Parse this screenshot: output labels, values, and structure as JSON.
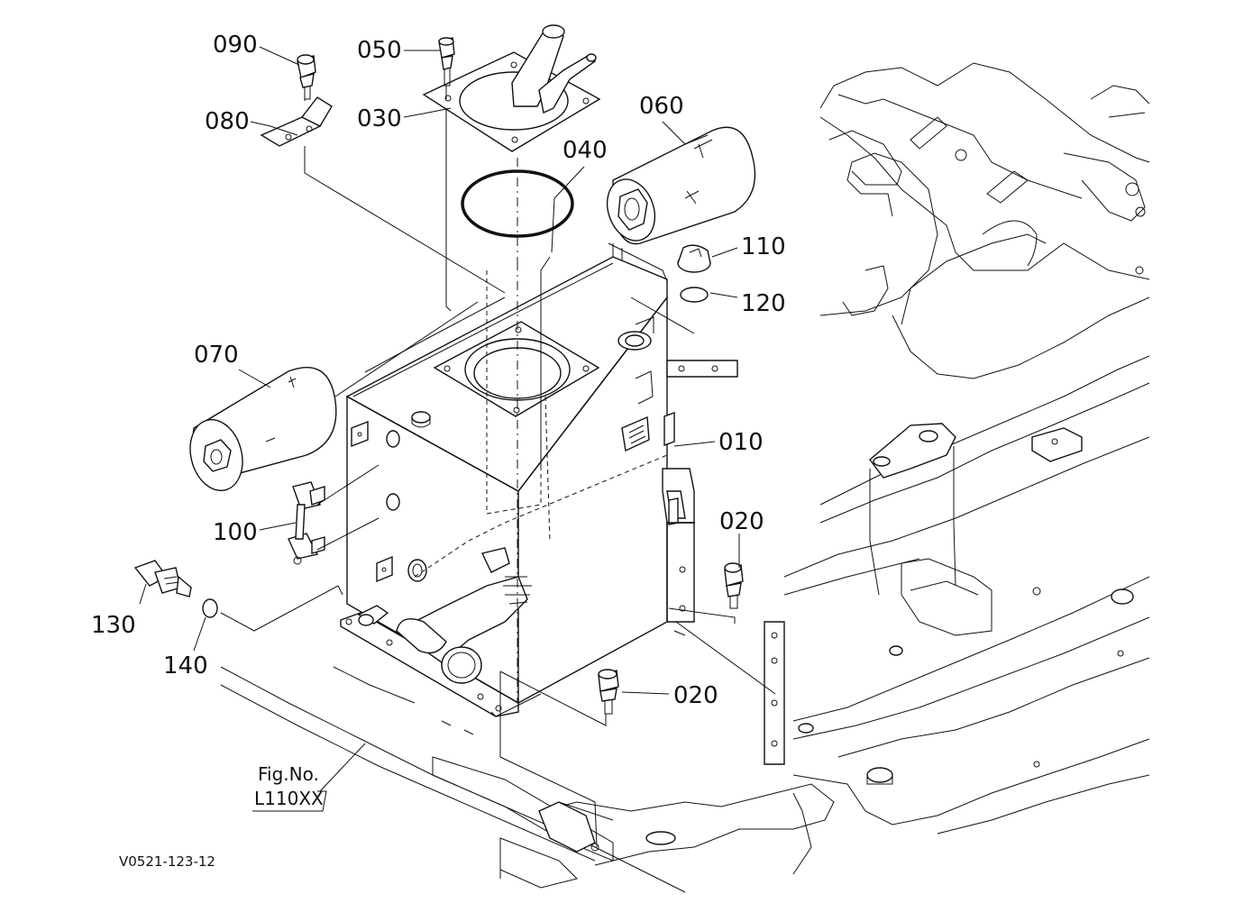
{
  "callouts": {
    "p010": "010",
    "p020a": "020",
    "p020b": "020",
    "p030": "030",
    "p040": "040",
    "p050": "050",
    "p060": "060",
    "p070": "070",
    "p080": "080",
    "p090": "090",
    "p100": "100",
    "p110": "110",
    "p120": "120",
    "p130": "130",
    "p140": "140"
  },
  "figure": {
    "fig_label": "Fig.No.",
    "fig_number": "L110XX",
    "drawing_code": "V0521-123-12"
  }
}
